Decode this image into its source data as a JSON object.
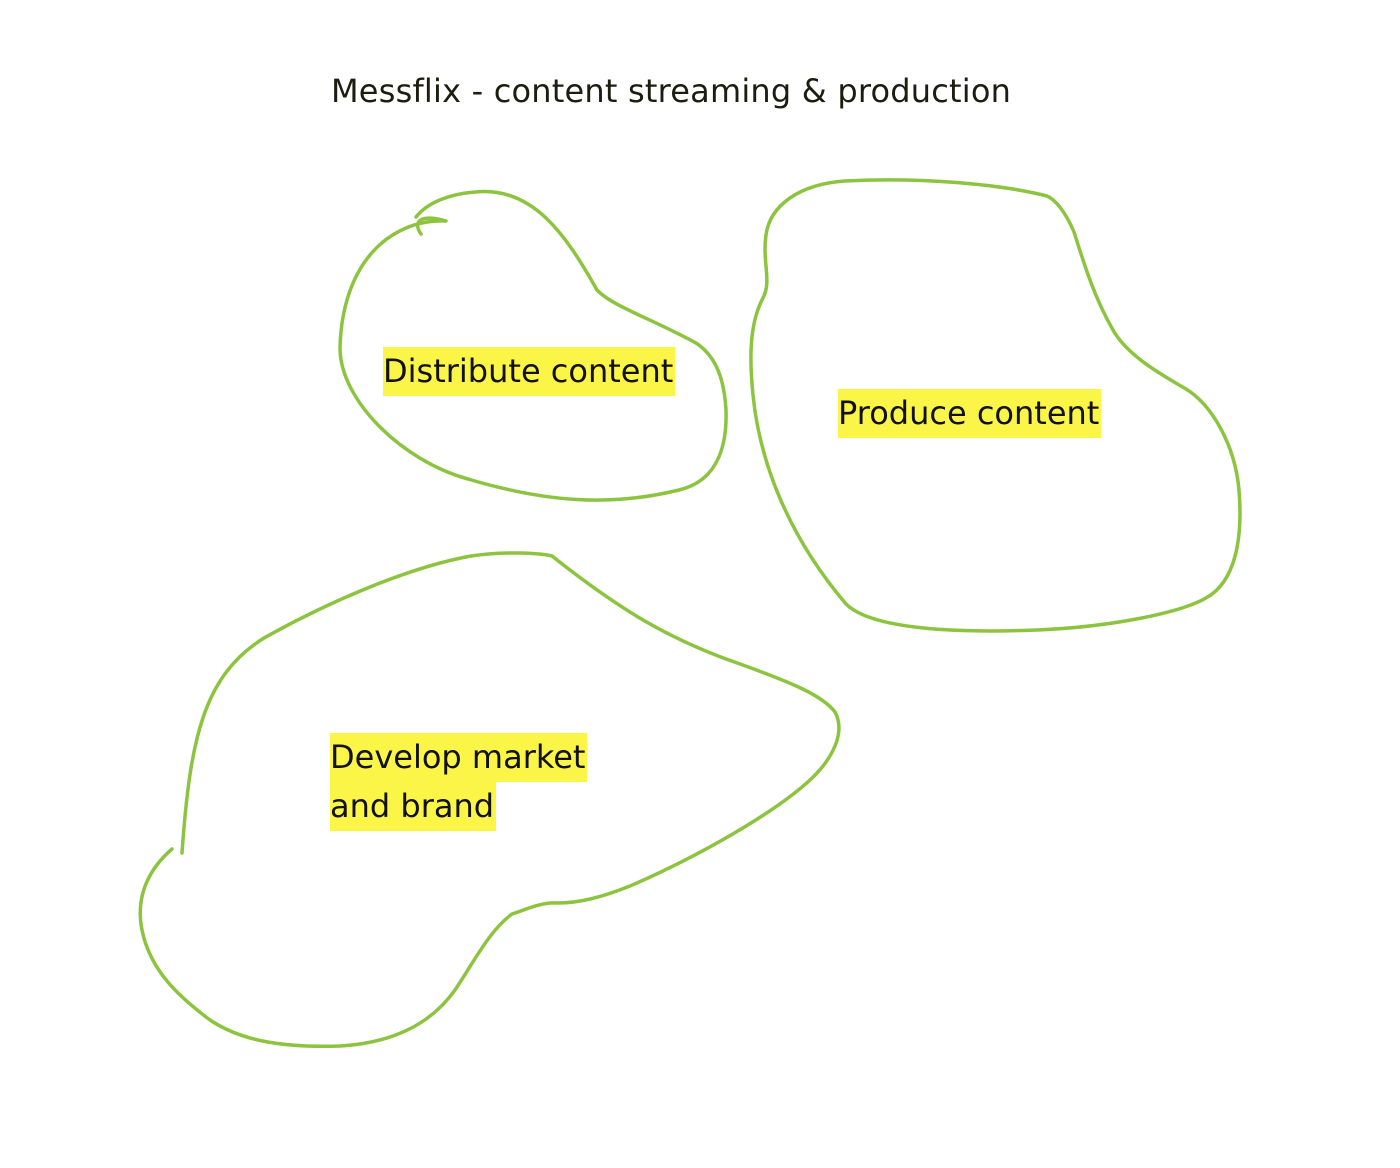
{
  "title": "Messflix - content streaming & production",
  "colors": {
    "outline": "#8cc43f",
    "highlight": "#fbf548",
    "text": "#111111"
  },
  "areas": {
    "distribute": {
      "lines": [
        "Distribute content"
      ]
    },
    "produce": {
      "lines": [
        "Produce content"
      ]
    },
    "develop": {
      "lines": [
        "Develop market",
        "and brand"
      ]
    }
  }
}
